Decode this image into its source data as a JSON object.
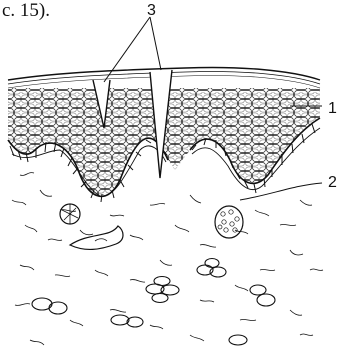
{
  "caption_fragment": "с. 15).",
  "labels": {
    "epidermis": "1",
    "dermis": "2",
    "folds": "3"
  },
  "colors": {
    "ink": "#111111",
    "paper": "#ffffff"
  }
}
